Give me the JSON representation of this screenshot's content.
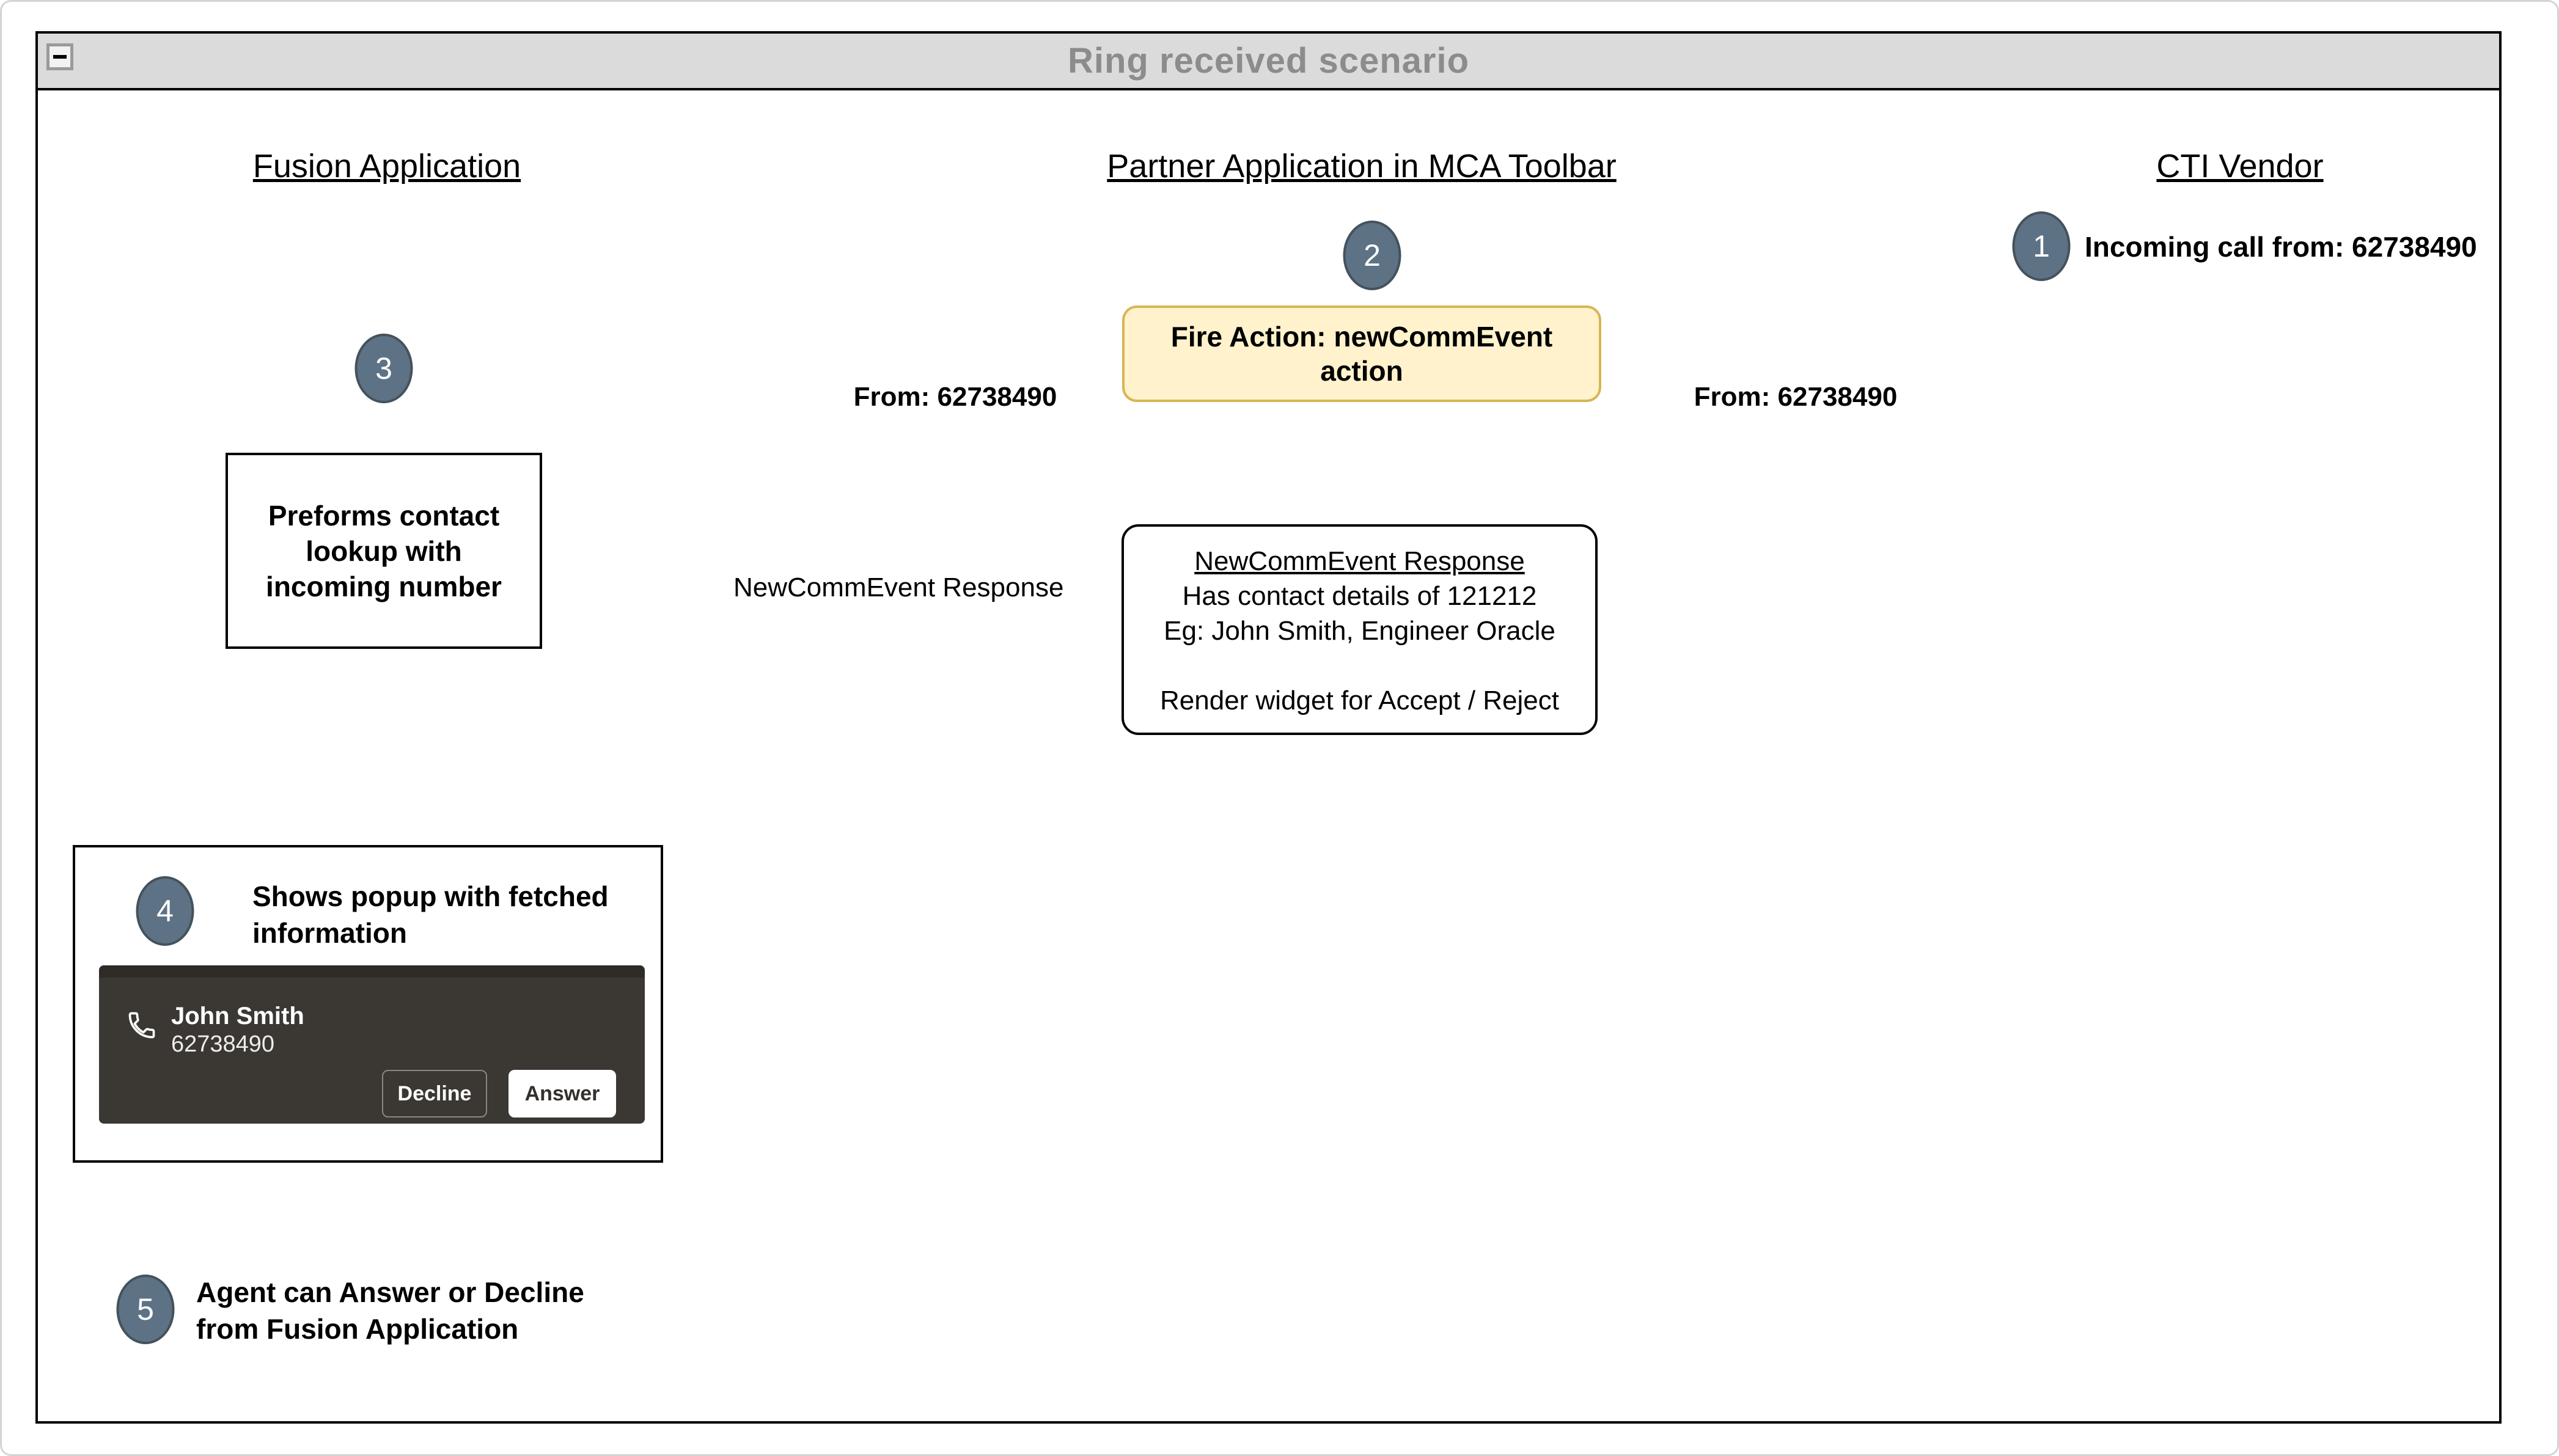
{
  "window": {
    "title": "Ring received scenario"
  },
  "lanes": {
    "fusion": "Fusion Application",
    "partner": "Partner Application in MCA Toolbar",
    "cti": "CTI Vendor"
  },
  "steps": {
    "s1": {
      "num": "1",
      "label": "Incoming call from: 62738490"
    },
    "s2": {
      "num": "2"
    },
    "s3": {
      "num": "3",
      "box_text": "Preforms contact lookup with incoming number"
    },
    "s4": {
      "num": "4",
      "label": "Shows popup with fetched information"
    },
    "s5": {
      "num": "5",
      "label": "Agent can Answer or Decline from Fusion Application"
    }
  },
  "fire_action_box": {
    "text": "Fire Action: newCommEvent action"
  },
  "arrow_labels": {
    "cti_to_partner": "From: 62738490",
    "partner_to_fusion": "From: 62738490",
    "response": "NewCommEvent Response"
  },
  "response_box": {
    "title": "NewCommEvent Response",
    "line1": "Has contact details of 121212",
    "line2": "Eg: John Smith, Engineer Oracle",
    "line3": "Render widget for Accept / Reject"
  },
  "popup": {
    "caller_name": "John Smith",
    "caller_number": "62738490",
    "decline_button": "Decline",
    "answer_button": "Answer"
  },
  "icons": {
    "collapse": "minus-icon",
    "caller": "phone-handset-icon"
  },
  "colors": {
    "step_circle_fill": "#5d7285",
    "step_circle_border": "#44525d",
    "fire_box_fill": "#fff2cc",
    "fire_box_border": "#d6b656",
    "popup_bg": "#3b3733",
    "title_bar_bg": "#dbdbdb",
    "title_text": "#8c8c8c"
  }
}
